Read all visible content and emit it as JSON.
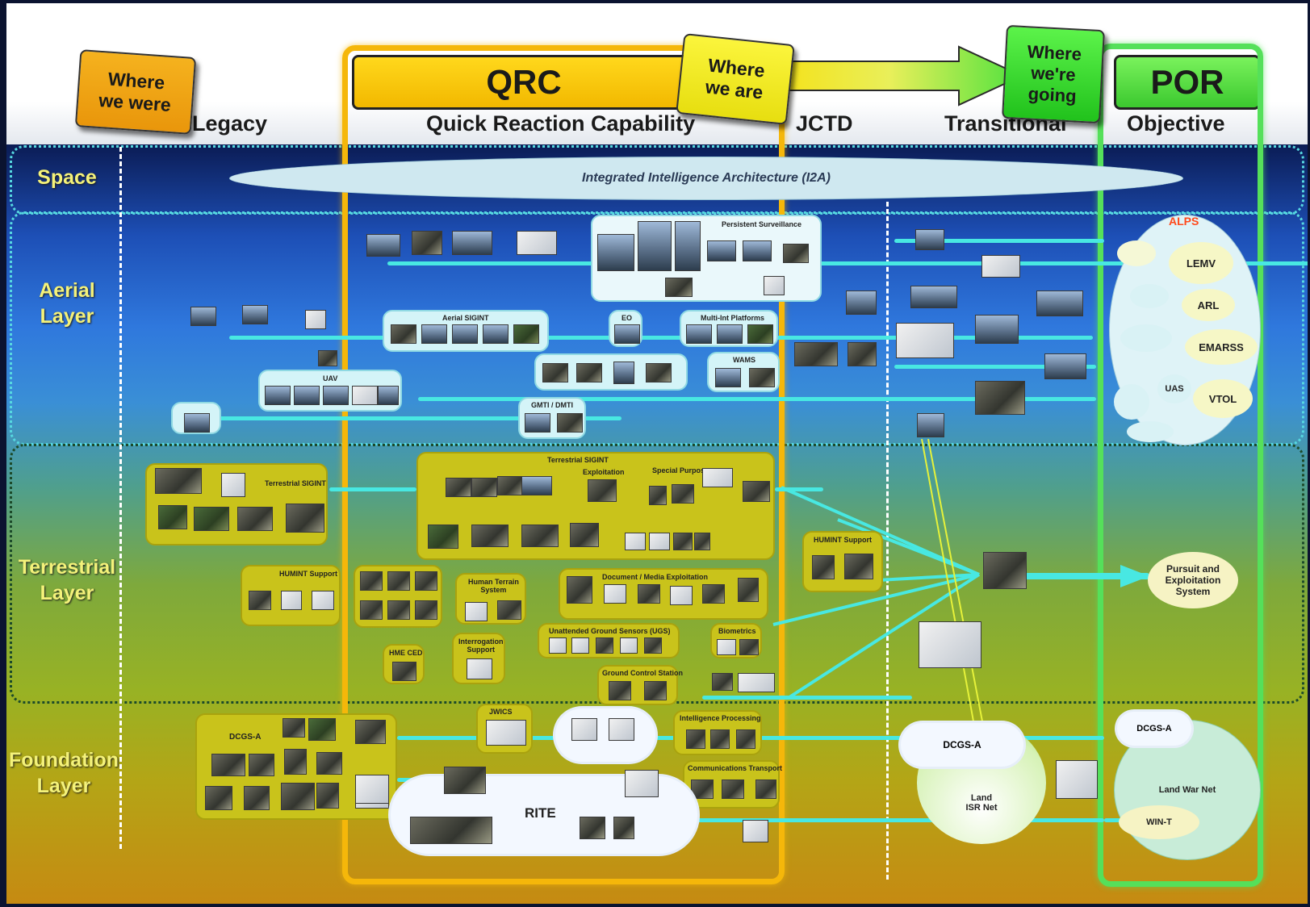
{
  "status_labels": {
    "where_we_were": "Where\nwe were",
    "where_we_are": "Where\nwe are",
    "where_were_going": "Where\nwe're\ngoing"
  },
  "banners": {
    "qrc": "QRC",
    "por": "POR"
  },
  "columns": {
    "legacy": "Legacy",
    "qrc": "Quick Reaction Capability",
    "jctd": "JCTD",
    "transitional": "Transitional",
    "objective": "Objective"
  },
  "layers": {
    "space": "Space",
    "aerial": "Aerial\nLayer",
    "terrestrial": "Terrestrial\nLayer",
    "foundation": "Foundation\nLayer"
  },
  "space_banner": "Integrated Intelligence Architecture (I2A)",
  "panels": {
    "persistent_surveillance": "Persistent Surveillance",
    "aerial_sigint": "Aerial SIGINT",
    "multi_int_platforms": "Multi-Int Platforms",
    "eo": "EO",
    "wams": "WAMS",
    "uav": "UAV",
    "gmti_dmti": "GMTI / DMTI",
    "terrestrial_sigint_legacy": "Terrestrial SIGINT",
    "terrestrial_sigint": "Terrestrial SIGINT",
    "exploitation": "Exploitation",
    "special_purpose": "Special Purpose",
    "humint_support_legacy": "HUMINT Support",
    "humint_support_jctd": "HUMINT Support",
    "human_terrain": "Human Terrain\nSystem",
    "document_media": "Document / Media Exploitation",
    "ugs": "Unattended Ground Sensors (UGS)",
    "biometrics": "Biometrics",
    "interrogation": "Interrogation\nSupport",
    "hme_ced": "HME CED",
    "ground_control": "Ground Control Station",
    "dcgs_legacy": "DCGS-A",
    "jwics": "JWICS",
    "intel_processing": "Intelligence Processing",
    "comms_transport": "Communications Transport",
    "rite": "RITE"
  },
  "objective": {
    "alps": "ALPS",
    "lemv": "LEMV",
    "arl": "ARL",
    "emarss": "EMARSS",
    "uas": "UAS",
    "vtol": "VTOL",
    "pursuit": "Pursuit and\nExploitation\nSystem",
    "dcgs_a": "DCGS-A",
    "land_war_net": "Land War Net",
    "win_t": "WIN-T"
  },
  "transitional": {
    "dcgs_a": "DCGS-A",
    "land_isr_net": "Land\nISR Net"
  },
  "colors": {
    "qrc_border": "#f5b70a",
    "por_border": "#55e05a",
    "yellow_sticky": "#f1ee1a",
    "orange_sticky": "#f0a20b",
    "green_sticky": "#2fd62c",
    "cyan_line": "#48e8e2"
  }
}
